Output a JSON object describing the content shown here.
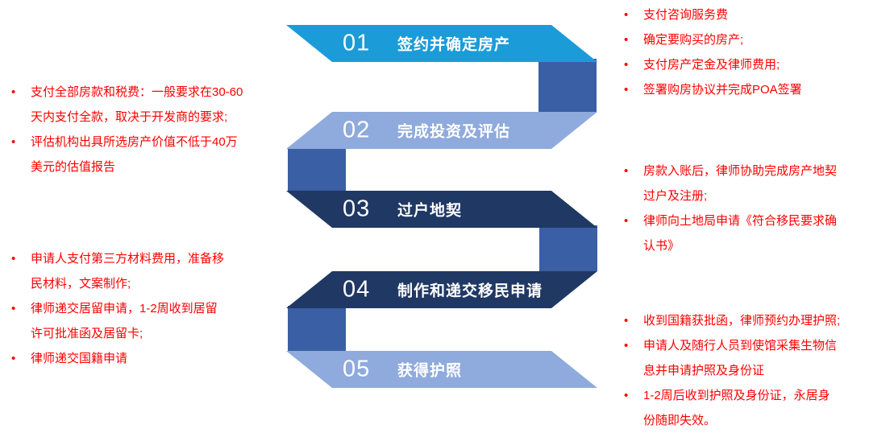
{
  "ui": {
    "bullet": "•"
  },
  "colors": {
    "step_cyan": "#1B9CD8",
    "step_light_blue": "#8FAADC",
    "step_dark_navy": "#203864",
    "connector_blue": "#3A5FA5",
    "note_text_red": "#FF0000",
    "banner_text": "#FFFFFF"
  },
  "steps": [
    {
      "number": "01",
      "title": "签约并确定房产",
      "color": "#1B9CD8"
    },
    {
      "number": "02",
      "title": "完成投资及评估",
      "color": "#8FAADC"
    },
    {
      "number": "03",
      "title": "过户地契",
      "color": "#203864"
    },
    {
      "number": "04",
      "title": "制作和递交移民申请",
      "color": "#203864"
    },
    {
      "number": "05",
      "title": "获得护照",
      "color": "#8FAADC"
    }
  ],
  "annotations": {
    "step1_right": {
      "items": [
        "支付咨询服务费",
        "确定要购买的房产;",
        "支付房产定金及律师费用;",
        "签署购房协议并完成POA签署"
      ]
    },
    "step2_left": {
      "items": [
        "支付全部房款和税费：一般要求在30-60\n天内支付全款，取决于开发商的要求;",
        "评估机构出具所选房产价值不低于40万\n美元的估值报告"
      ]
    },
    "step3_right": {
      "items": [
        "房款入账后，律师协助完成房产地契\n过户及注册;",
        "律师向土地局申请《符合移民要求确\n认书》"
      ]
    },
    "step4_left": {
      "items": [
        "申请人支付第三方材料费用，准备移\n民材料，文案制作;",
        "律师递交居留申请，1-2周收到居留\n许可批准函及居留卡;",
        "律师递交国籍申请"
      ]
    },
    "step5_right": {
      "items": [
        "收到国籍获批函，律师预约办理护照;",
        "申请人及随行人员到使馆采集生物信\n息并申请护照及身份证",
        "1-2周后收到护照及身份证，永居身\n份随即失效。"
      ]
    }
  }
}
